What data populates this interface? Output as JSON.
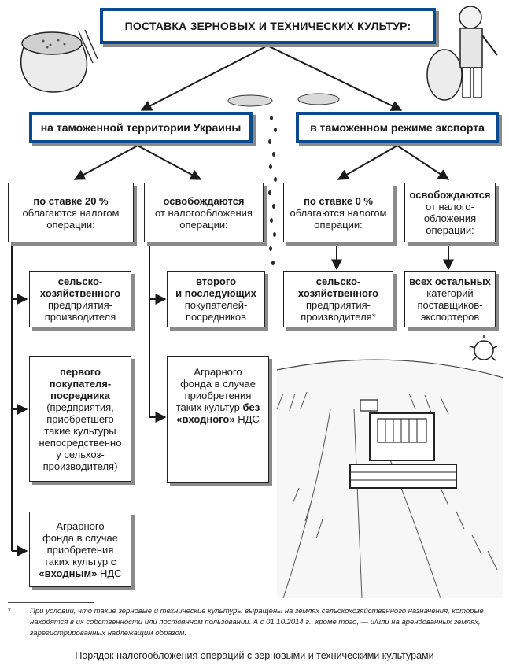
{
  "title": "ПОСТАВКА ЗЕРНОВЫХ И ТЕХНИЧЕСКИХ КУЛЬТУР:",
  "branches": {
    "left": "на таможенной территории Украины",
    "right": "в таможенном режиме экспорта"
  },
  "level2": {
    "l1": [
      "по ставке 20 %",
      "облагаются налогом",
      "операции:"
    ],
    "l2": [
      "освобождаются",
      "от налогообложения",
      "операции:"
    ],
    "r1": [
      "по ставке 0 %",
      "облагаются налогом",
      "операции:"
    ],
    "r2": [
      "освобождаются",
      "от налого-",
      "обложения",
      "операции:"
    ]
  },
  "leaves": {
    "a1": [
      "сельско-",
      "хозяйственного",
      "предприятия-",
      "производителя"
    ],
    "a2_bold": [
      "первого",
      "покупателя-",
      "посредника"
    ],
    "a2_rest": [
      "(предприятия,",
      "приобретшего",
      "такие культуры",
      "непосредственно",
      "у сельхоз-",
      "производителя)"
    ],
    "a3": [
      "Аграрного",
      "фонда в случае",
      "приобретения",
      "таких культур "
    ],
    "a3_bold_1": "с",
    "a3_bold_2": "«входным»",
    "a3_end": " НДС",
    "b1_bold": [
      "второго",
      "и последующих"
    ],
    "b1_rest": [
      "покупателей-",
      "посредников"
    ],
    "b2": [
      "Аграрного",
      "фонда в случае",
      "приобретения",
      "таких культур "
    ],
    "b2_bold_1": "без",
    "b2_bold_2": "«входного»",
    "b2_end": " НДС",
    "c1": [
      "сельско-",
      "хозяйственного",
      "предприятия-",
      "производителя*"
    ],
    "d1_bold": [
      "всех остальных"
    ],
    "d1_rest": [
      "категорий",
      "поставщиков-",
      "экспортеров"
    ]
  },
  "footnote": {
    "star": "*",
    "text": "При условии, что такие зерновые и технические культуры выращены на землях сельскохозяйственного назначения, которые находятся в их собственности или постоянном пользовании. А с 01.10.2014 г., кроме того, — и/или на арендованных землях, зарегистрированных надлежащим образом."
  },
  "caption": "Порядок налогообложения операций с зерновыми и техническими культурами",
  "colors": {
    "accent": "#0b4a8f",
    "line": "#1a1a1a",
    "shadow": "#8a8a8a"
  },
  "icons": [
    "grain-sack-icon",
    "farmer-with-sack-icon",
    "combine-harvester-icon",
    "sun-icon",
    "grain-bowl-icon"
  ]
}
